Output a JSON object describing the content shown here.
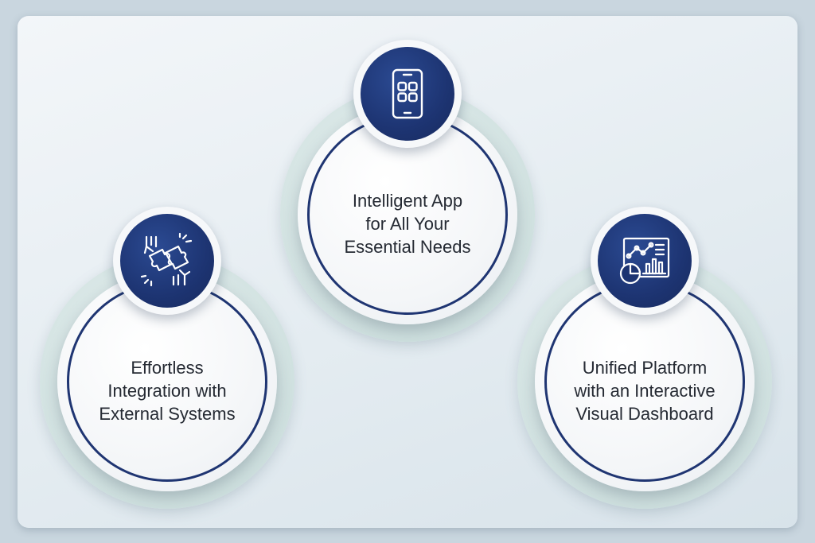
{
  "colors": {
    "accent_navy": "#1f3572",
    "halo_teal": "#d3e3e2",
    "text_dark": "#252a33",
    "background": "#c9d6df"
  },
  "features": [
    {
      "icon": "mobile-app-grid-icon",
      "lines": [
        "Intelligent App",
        "for All Your",
        "Essential Needs"
      ]
    },
    {
      "icon": "puzzle-integration-icon",
      "lines": [
        "Effortless",
        "Integration with",
        "External Systems"
      ]
    },
    {
      "icon": "analytics-dashboard-icon",
      "lines": [
        "Unified Platform",
        "with an Interactive",
        "Visual Dashboard"
      ]
    }
  ]
}
